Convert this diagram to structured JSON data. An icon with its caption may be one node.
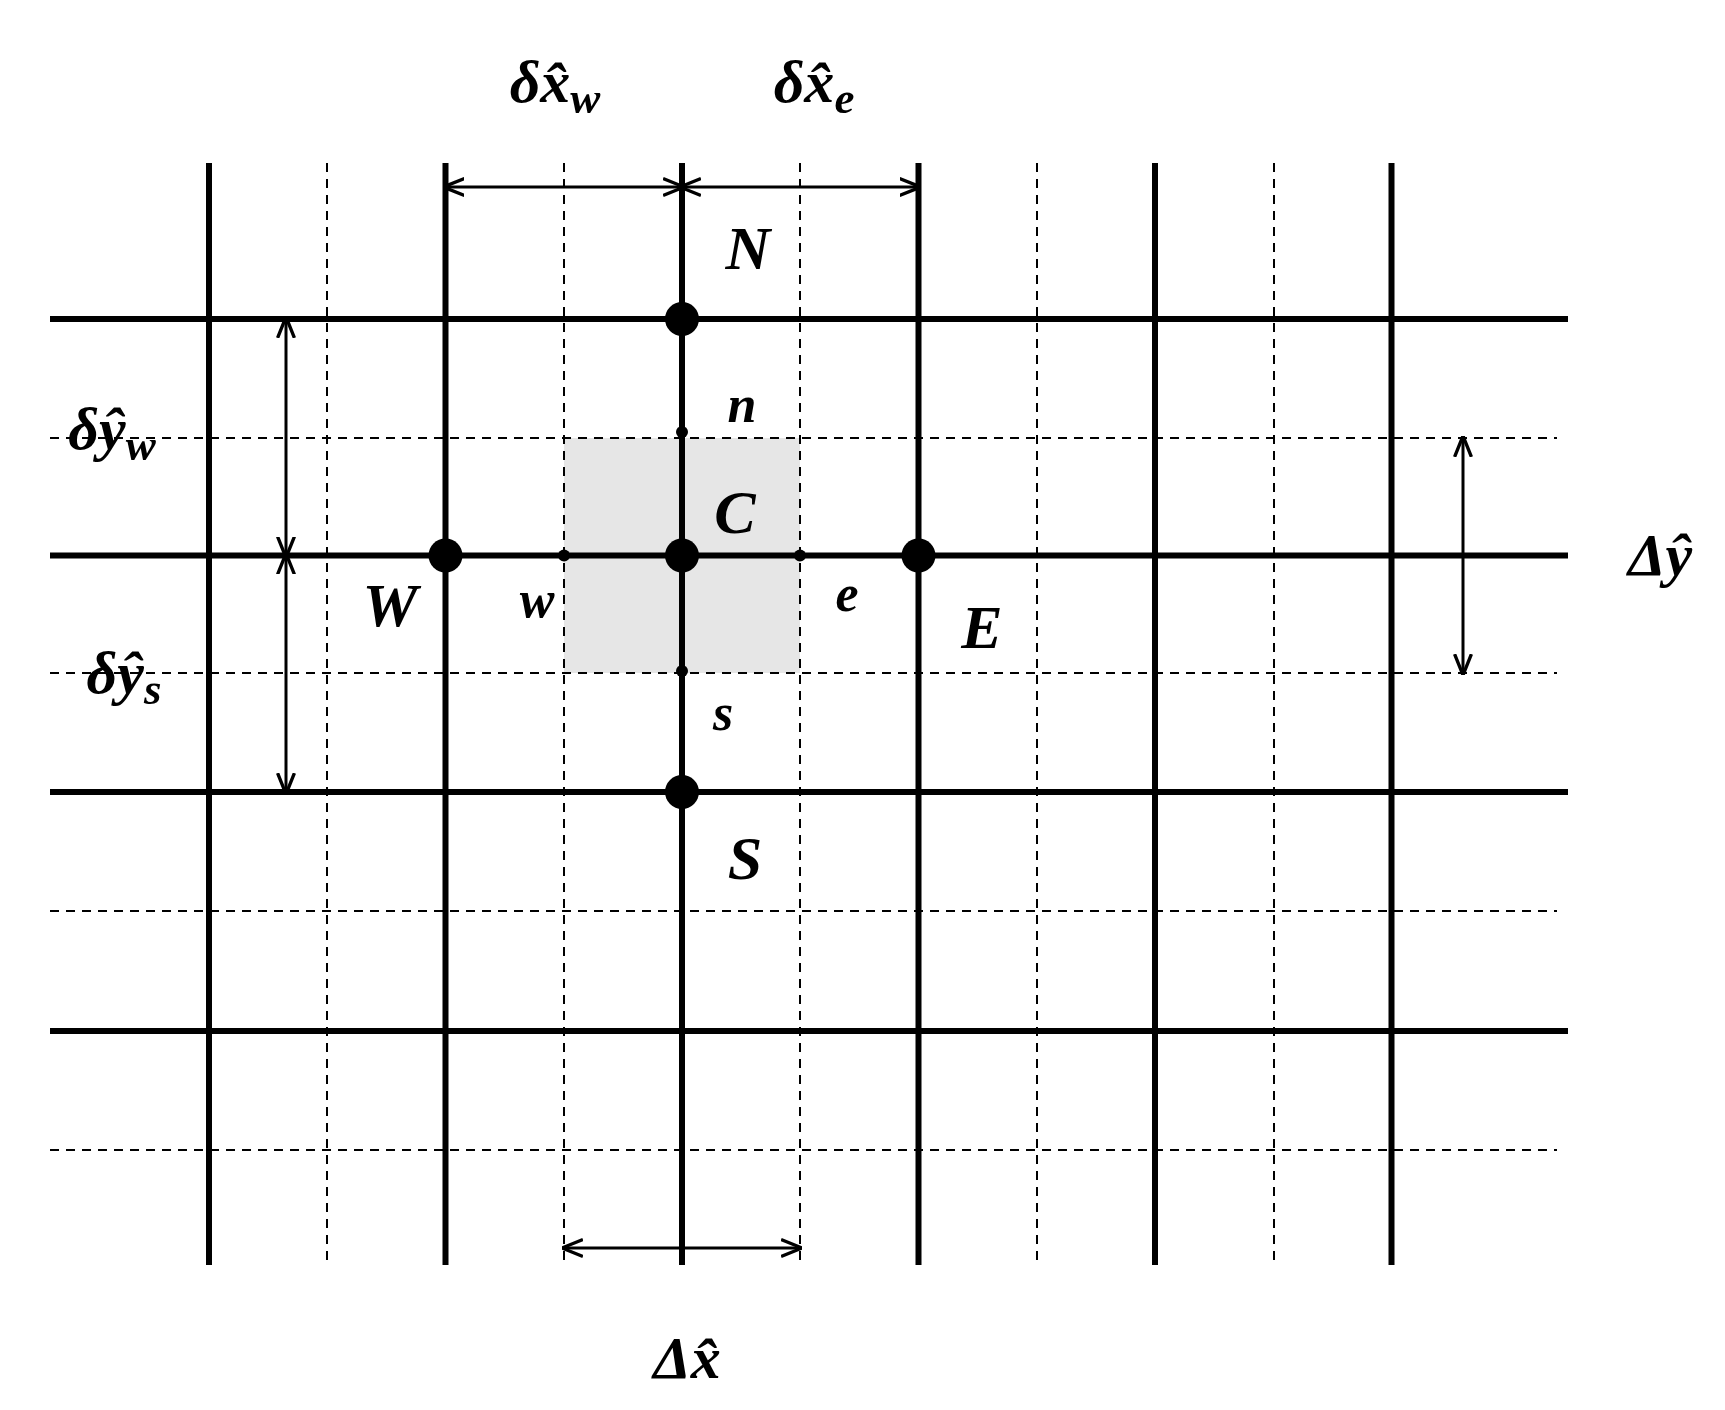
{
  "diagram": {
    "labels": [
      "δx̂$_{w}$",
      "δx̂$_{e}$",
      "N",
      "n",
      "δŷ$_{w}$",
      "C",
      "Δŷ",
      "W",
      "w",
      "e",
      "E",
      "δŷ$_{s}$",
      "s",
      "S",
      "Δx̂"
    ]
  }
}
